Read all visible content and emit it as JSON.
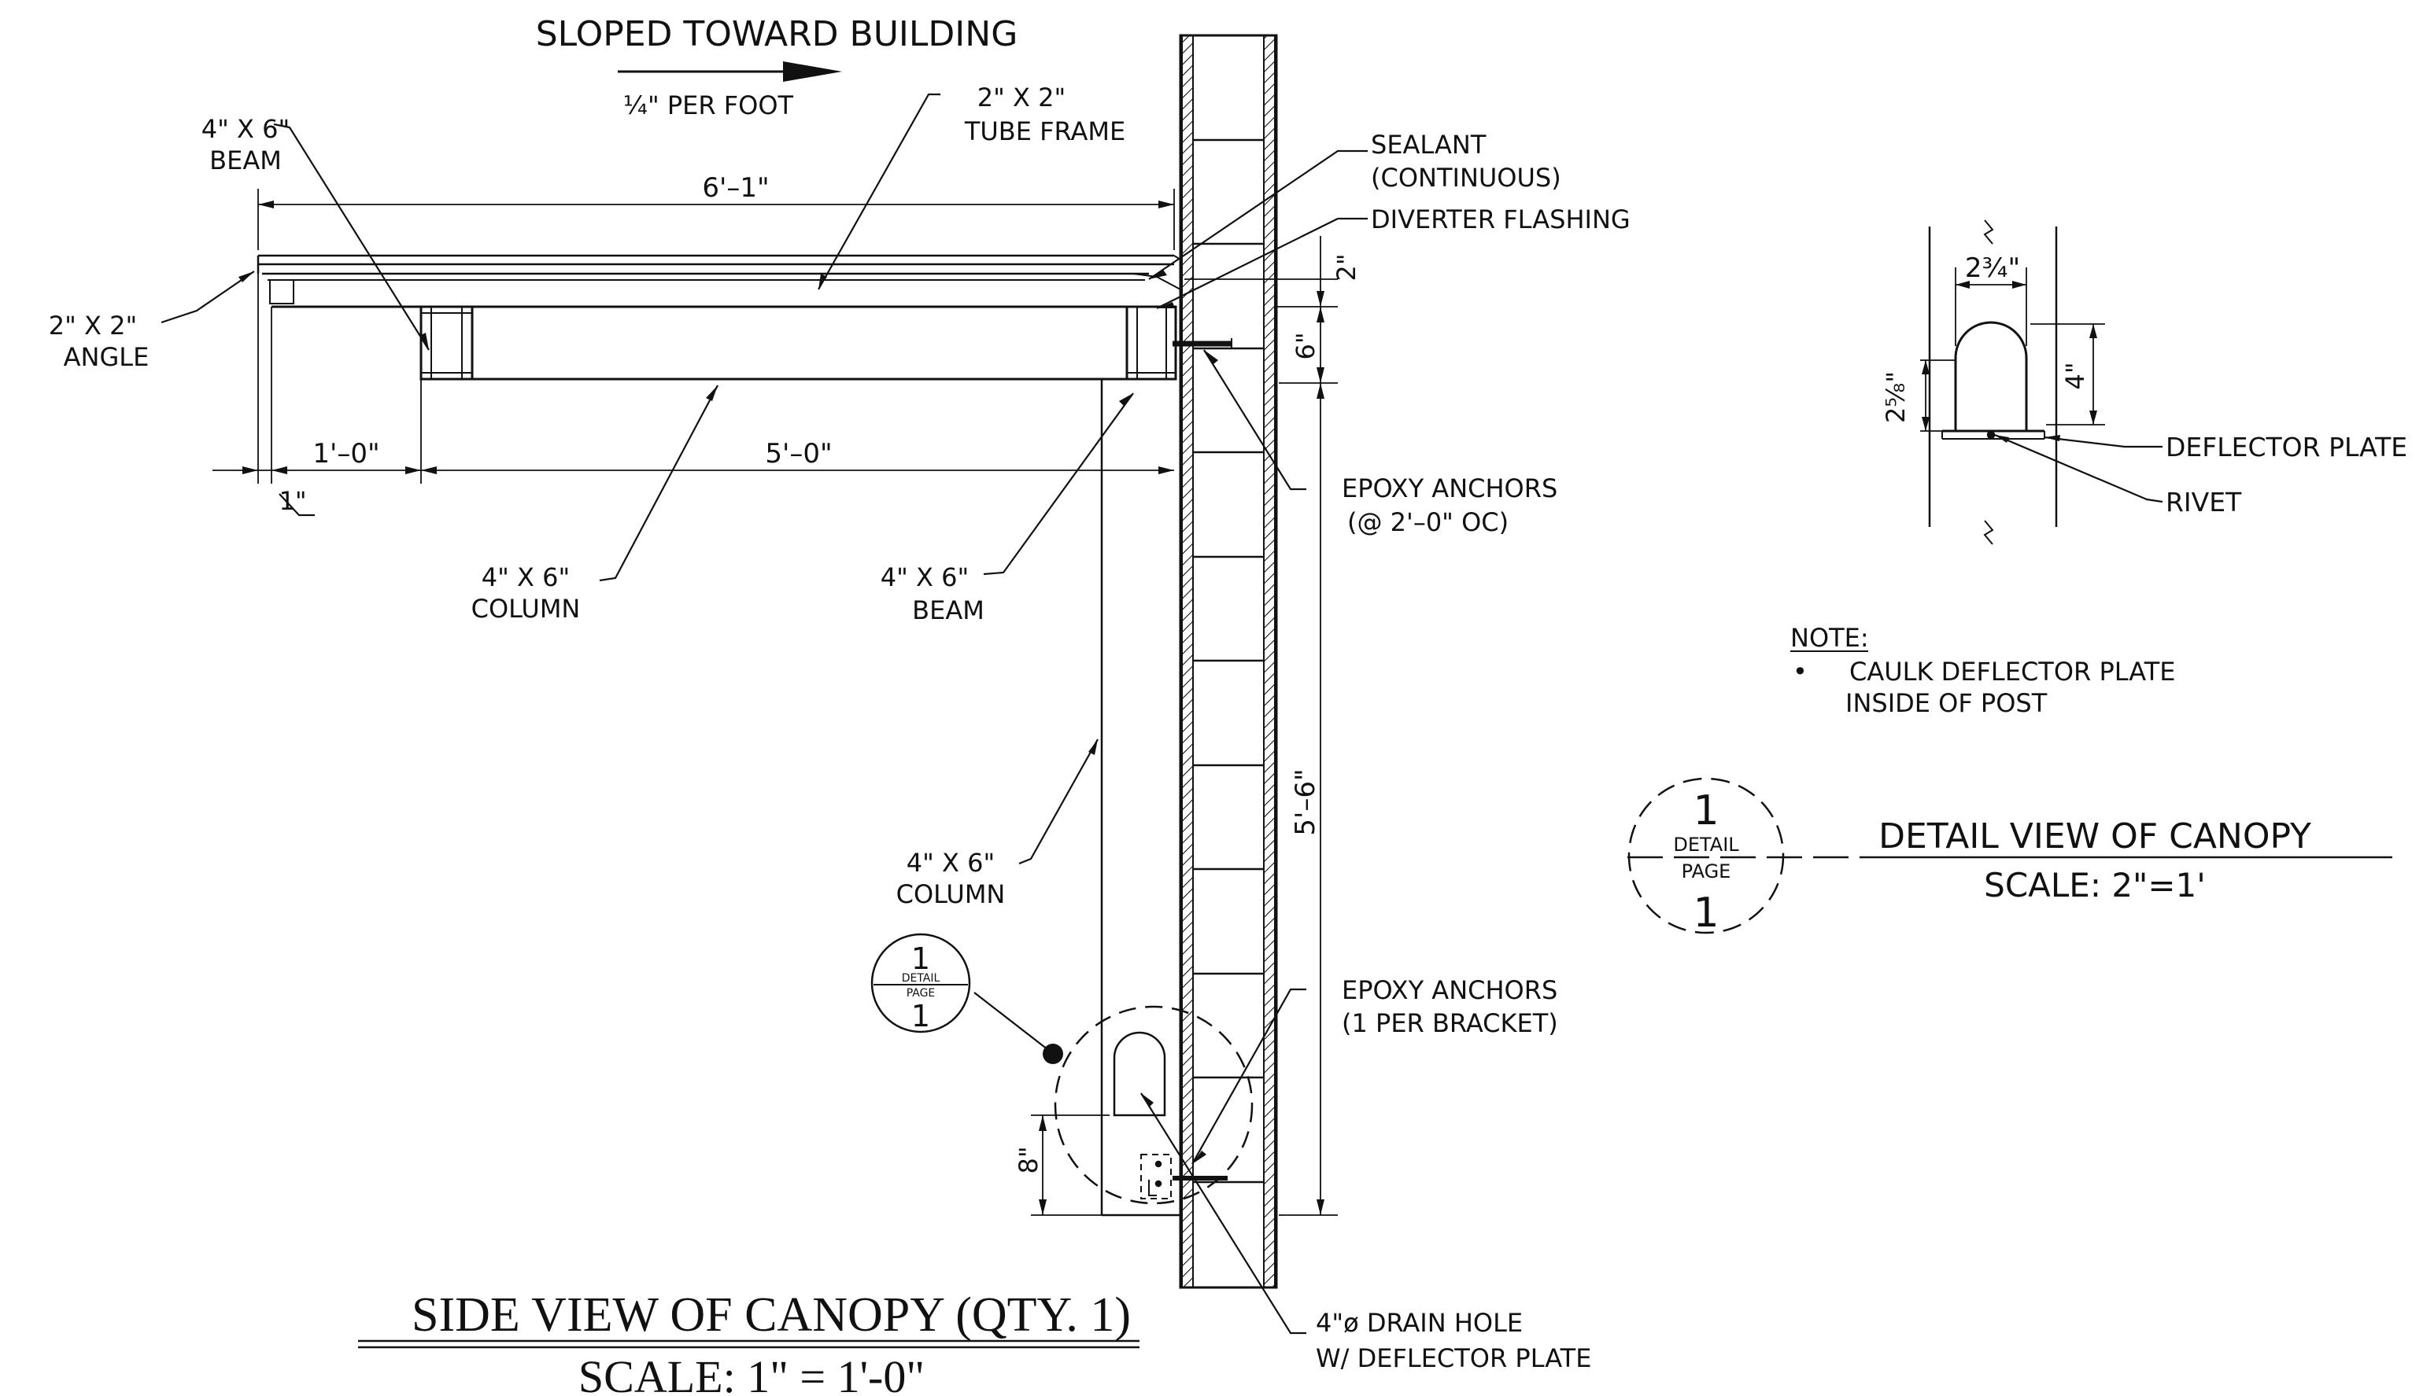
{
  "side_view": {
    "slope_title": "SLOPED TOWARD BUILDING",
    "slope_rate": "¼\" PER FOOT",
    "beam_left_line1": "4\" X 6\"",
    "beam_left_line2": "BEAM",
    "tube_line1": "2\" X 2\"",
    "tube_line2": "TUBE FRAME",
    "angle_line1": "2\" X 2\"",
    "angle_line2": "ANGLE",
    "dim_overall": "6'–1\"",
    "dim_1ft": "1'–0\"",
    "dim_5ft": "5'–0\"",
    "dim_1in": "1\"",
    "dim_2in": "2\"",
    "dim_6in": "6\"",
    "dim_5ft6": "5'–6\"",
    "dim_8in": "8\"",
    "col_mid_line1": "4\" X 6\"",
    "col_mid_line2": "COLUMN",
    "beam_mid_line1": "4\" X 6\"",
    "beam_mid_line2": "BEAM",
    "col_low_line1": "4\" X 6\"",
    "col_low_line2": "COLUMN",
    "sealant_line1": "SEALANT",
    "sealant_line2": "(CONTINUOUS)",
    "diverter": "DIVERTER FLASHING",
    "epoxy1_line1": "EPOXY ANCHORS",
    "epoxy1_line2": "(@ 2'–0\" OC)",
    "epoxy2_line1": "EPOXY ANCHORS",
    "epoxy2_line2": "(1 PER BRACKET)",
    "drain_line1": "4\"ø DRAIN HOLE",
    "drain_line2": "W/ DEFLECTOR PLATE",
    "title": "SIDE VIEW OF CANOPY (QTY. 1)",
    "scale": "SCALE: 1\" = 1'-0\""
  },
  "bubble": {
    "top": "1",
    "mid1": "DETAIL",
    "mid2": "PAGE",
    "bottom": "1"
  },
  "detail_view": {
    "dim_width": "2¾\"",
    "dim_left": "2⅝\"",
    "dim_right": "4\"",
    "deflector": "DEFLECTOR PLATE",
    "rivet": "RIVET",
    "note_title": "NOTE:",
    "note_bullet": "•",
    "note_line1": "CAULK DEFLECTOR PLATE",
    "note_line2": "INSIDE OF POST",
    "title": "DETAIL VIEW OF CANOPY",
    "scale": "SCALE: 2\"=1'"
  }
}
